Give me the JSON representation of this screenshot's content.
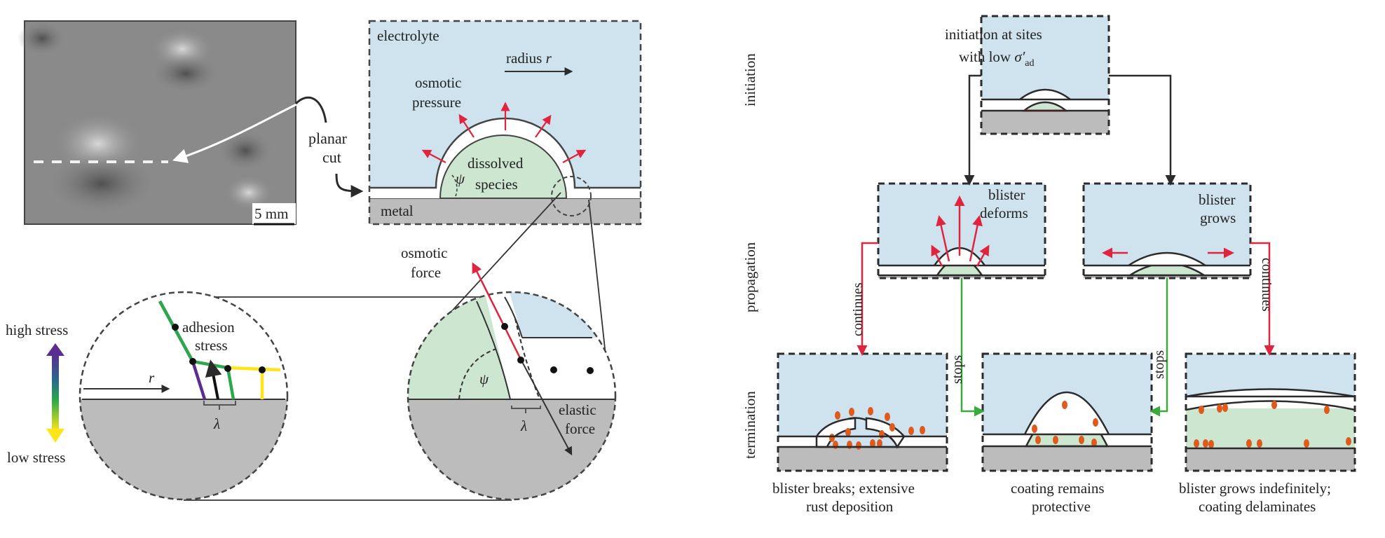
{
  "colors": {
    "electrolyte": "#cfe3ef",
    "dissolved": "#cde6cf",
    "metal": "#bdbcbd",
    "coating": "#ffffff",
    "outline": "#2b2b2b",
    "osmotic_arrow": "#e0243d",
    "continues_arrow": "#e0243d",
    "stops_arrow": "#3aaa3a",
    "rust": "#e05a1c",
    "photo_bg": "#8a8a8a",
    "stress_high": "#5a2d91",
    "stress_mid": "#2aa84a",
    "stress_low": "#ffe41a"
  },
  "left_panel": {
    "photo": {
      "scale_bar_label": "5 mm",
      "dashed_line": "planar cut trace"
    },
    "planar_cut_label": [
      "planar",
      "cut"
    ],
    "cross_section": {
      "electrolyte_label": "electrolyte",
      "radius_label": "radius",
      "radius_symbol": "r",
      "osmotic_pressure_label": [
        "osmotic",
        "pressure"
      ],
      "dissolved_label": [
        "dissolved",
        "species"
      ],
      "angle_symbol": "ψ",
      "metal_label": "metal"
    },
    "stress_scale": {
      "high_label": "high stress",
      "low_label": "low stress"
    },
    "zoom_left": {
      "adhesion_label": [
        "adhesion",
        "stress"
      ],
      "r_symbol": "r",
      "lambda_symbol": "λ"
    },
    "zoom_right": {
      "osmotic_force_label": [
        "osmotic",
        "force"
      ],
      "elastic_force_label": [
        "elastic",
        "force"
      ],
      "angle_symbol": "ψ",
      "lambda_symbol": "λ"
    }
  },
  "right_panel": {
    "stages": [
      "initiation",
      "propagation",
      "termination"
    ],
    "initiation_box": {
      "text_line1": "initiation at sites",
      "text_line2": "with low ",
      "sigma_symbol": "σ′",
      "sigma_subscript": "ad"
    },
    "propagation_boxes": [
      {
        "label": [
          "blister",
          "deforms"
        ]
      },
      {
        "label": [
          "blister",
          "grows"
        ]
      }
    ],
    "flow_labels": {
      "continues": "continues",
      "stops": "stops"
    },
    "termination_boxes": [
      {
        "caption": [
          "blister breaks; extensive",
          "rust deposition"
        ]
      },
      {
        "caption": [
          "coating remains",
          "protective"
        ]
      },
      {
        "caption": [
          "blister grows indefinitely;",
          "coating delaminates"
        ]
      }
    ]
  }
}
